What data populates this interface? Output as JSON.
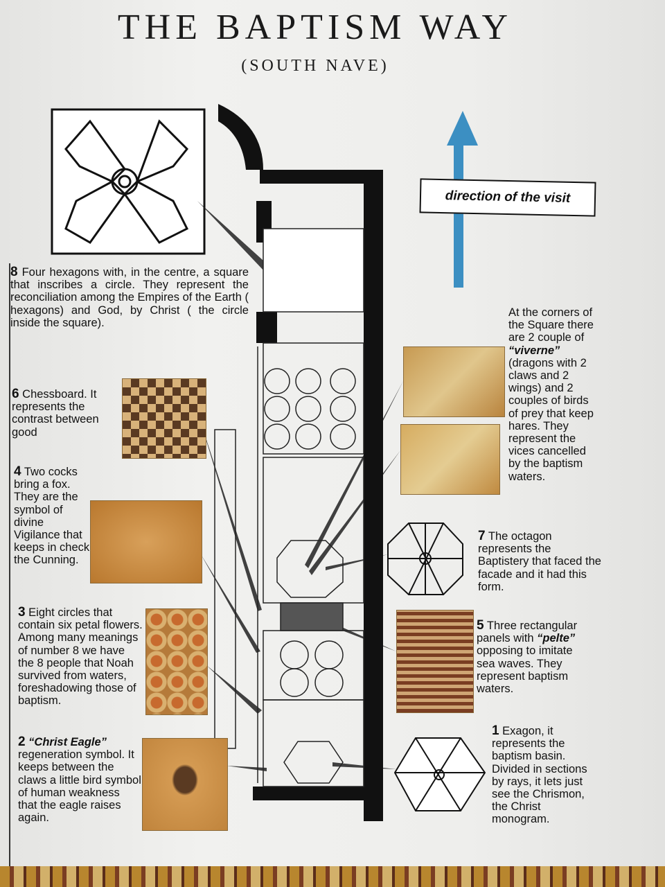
{
  "title": "THE BAPTISM WAY",
  "subtitle": "(SOUTH NAVE)",
  "direction_label": "direction of the visit",
  "arrow_color": "#3c8fc2",
  "items": {
    "n8": {
      "num": "8",
      "text": " Four hexagons with, in the centre, a square that inscribes a circle. They represent the reconciliation among the Empires of the Earth ( hexagons) and God, by Christ ( the circle inside the square)."
    },
    "n6": {
      "num": "6",
      "text": " Chessboard. It represents the contrast between good"
    },
    "n4": {
      "num": "4",
      "text": " Two cocks bring a fox. They are the symbol of divine Vigilance that keeps in check the Cunning."
    },
    "n3": {
      "num": "3",
      "text": " Eight circles that contain six petal flowers. Among many meanings of number 8 we have the 8 people that Noah survived from waters, foreshadowing those of baptism."
    },
    "n2": {
      "num": "2",
      "title": " “Christ Eagle”",
      "text": "regeneration symbol. It keeps between the claws a little bird symbol of human weakness that the eagle raises again."
    },
    "corners": {
      "pre": "At the corners of the Square there are 2 couple of ",
      "em": "“viverne”",
      "post": " (dragons with 2 claws and 2 wings) and 2 couples of birds of prey that keep hares. They represent the vices cancelled by the baptism waters."
    },
    "n7": {
      "num": "7",
      "text": " The octagon represents the Baptistery that faced the facade and it had this form."
    },
    "n5": {
      "num": "5",
      "pre": " Three rectangular panels with ",
      "em": "“pelte”",
      "post": " opposing to imitate sea waves. They represent baptism waters."
    },
    "n1": {
      "num": "1",
      "text": " Exagon, it represents the baptism basin. Divided in sections by rays, it lets just see the Chrismon, the Christ monogram."
    }
  }
}
